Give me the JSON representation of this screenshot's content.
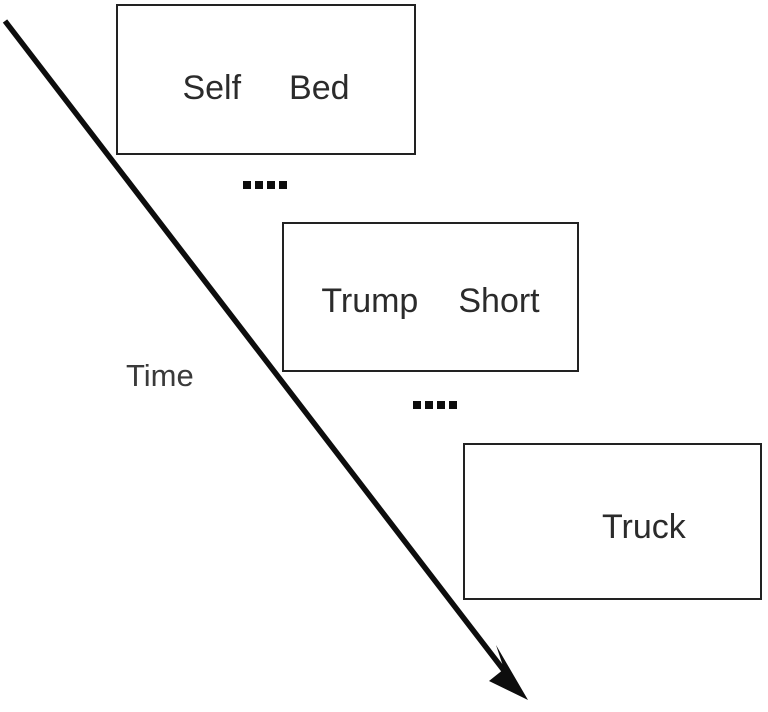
{
  "diagram": {
    "type": "timeline-sequence",
    "background_color": "#ffffff",
    "line_color": "#0d0d0d",
    "box_border_color": "#222222",
    "text_color": "#2b2b2b",
    "axis": {
      "label": "Time",
      "direction": "top-left-to-bottom-right",
      "arrowhead": "filled-triangle"
    },
    "trials": [
      {
        "name": "trial-1",
        "words": [
          "Self",
          "Bed"
        ]
      },
      {
        "name": "trial-2",
        "words": [
          "Trump",
          "Short"
        ]
      },
      {
        "name": "trial-3",
        "words": [
          "Truck"
        ]
      }
    ],
    "separators": [
      {
        "name": "ellipsis-1",
        "dots": 4,
        "glyph": "...."
      },
      {
        "name": "ellipsis-2",
        "dots": 4,
        "glyph": "...."
      }
    ]
  }
}
